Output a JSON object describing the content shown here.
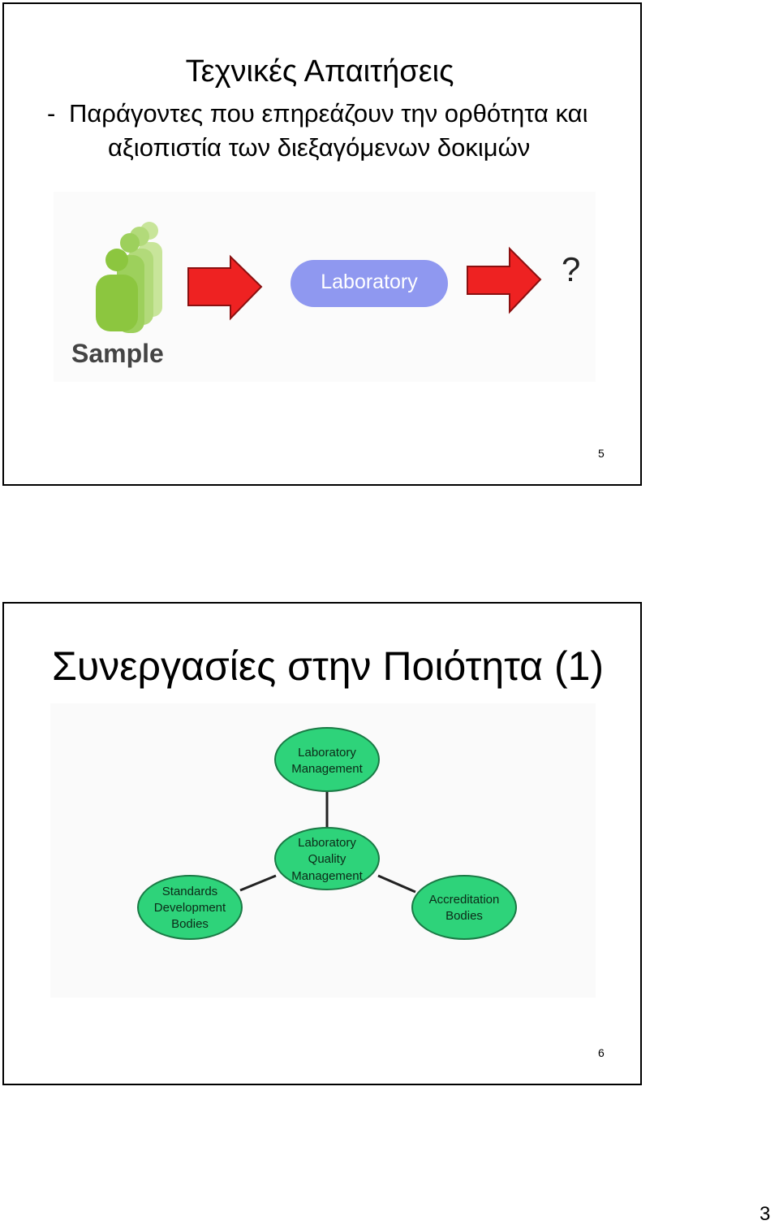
{
  "slide1": {
    "title": "Τεχνικές Απαιτήσεις",
    "subtitle_dash": "-",
    "subtitle_line1": "Παράγοντες που επηρεάζουν την ορθότητα και",
    "subtitle_line2": "αξιοπιστία των διεξαγόμενων δοκιμών",
    "figure": {
      "sample_label": "Sample",
      "laboratory_label": "Laboratory",
      "question_mark": "?"
    },
    "page_number": "5"
  },
  "slide2": {
    "title": "Συνεργασίες στην Ποιότητα (1)",
    "diagram": {
      "node_top_line1": "Laboratory",
      "node_top_line2": "Management",
      "node_center_line1": "Laboratory",
      "node_center_line2": "Quality",
      "node_center_line3": "Management",
      "node_left_line1": "Standards",
      "node_left_line2": "Development",
      "node_left_line3": "Bodies",
      "node_right_line1": "Accreditation",
      "node_right_line2": "Bodies"
    },
    "page_number": "6"
  },
  "document_page_number": "3",
  "colors": {
    "person_green": "#8cc63f",
    "arrow_red": "#ee2222",
    "lab_pill": "#8f98f0",
    "node_fill": "#2ed37a"
  }
}
